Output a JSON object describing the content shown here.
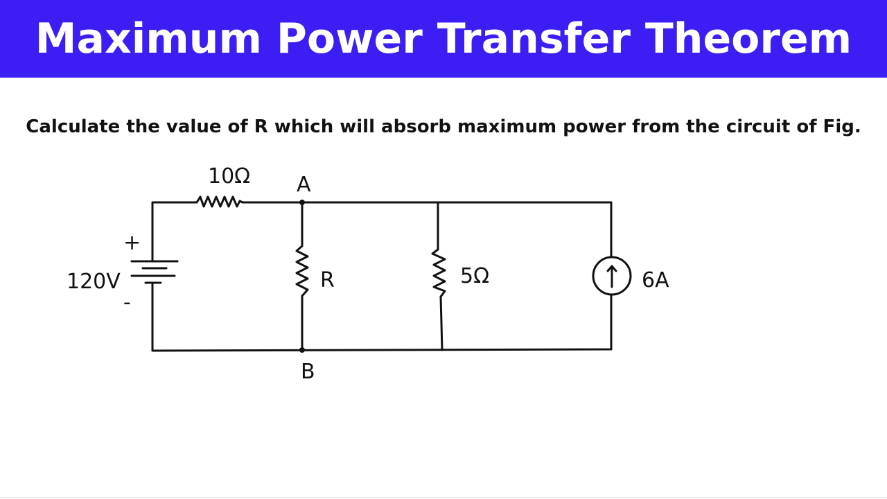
{
  "header": {
    "title": "Maximum Power Transfer Theorem",
    "color": "#3b1ef3"
  },
  "question": "Calculate the value of R which will absorb maximum power from the circuit of Fig.",
  "circuit": {
    "source_voltage": "120V",
    "plus": "+",
    "minus": "-",
    "series_resistor": "10Ω",
    "node_a": "A",
    "node_b": "B",
    "load_resistor": "R",
    "shunt_resistor": "5Ω",
    "current_source": "6A"
  }
}
